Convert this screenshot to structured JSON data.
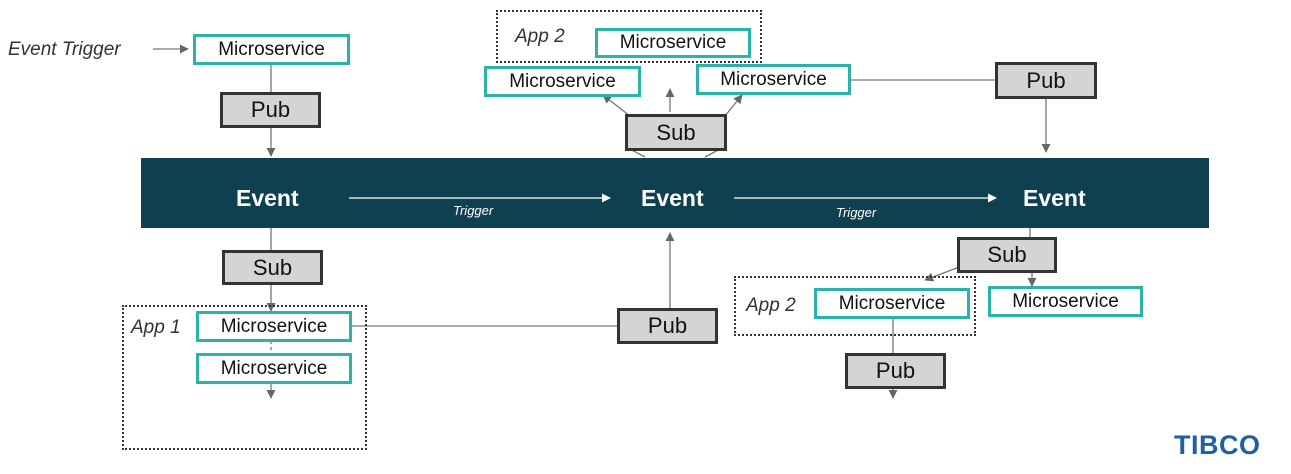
{
  "top_left": {
    "trigger_label": "Event Trigger",
    "microservice": "Microservice",
    "pub": "Pub"
  },
  "bar": {
    "events": [
      "Event",
      "Event",
      "Event"
    ],
    "triggers": [
      "Trigger",
      "Trigger"
    ]
  },
  "top_center": {
    "app_label": "App 2",
    "app_microservice": "Microservice",
    "left_microservice": "Microservice",
    "right_microservice": "Microservice",
    "sub": "Sub"
  },
  "top_right": {
    "pub": "Pub"
  },
  "bottom_left": {
    "sub": "Sub",
    "app_label": "App 1",
    "microservice_1": "Microservice",
    "microservice_2": "Microservice"
  },
  "bottom_center": {
    "pub": "Pub"
  },
  "bottom_right": {
    "sub": "Sub",
    "app_label": "App 2",
    "app_microservice": "Microservice",
    "outside_microservice": "Microservice",
    "pub": "Pub"
  },
  "logo": "TIBCO",
  "colors": {
    "bar": "#0e4050",
    "microservice_border": "#2ab3a6",
    "pubsub_fill": "#d4d4d4",
    "logo": "#1f5fa3"
  }
}
